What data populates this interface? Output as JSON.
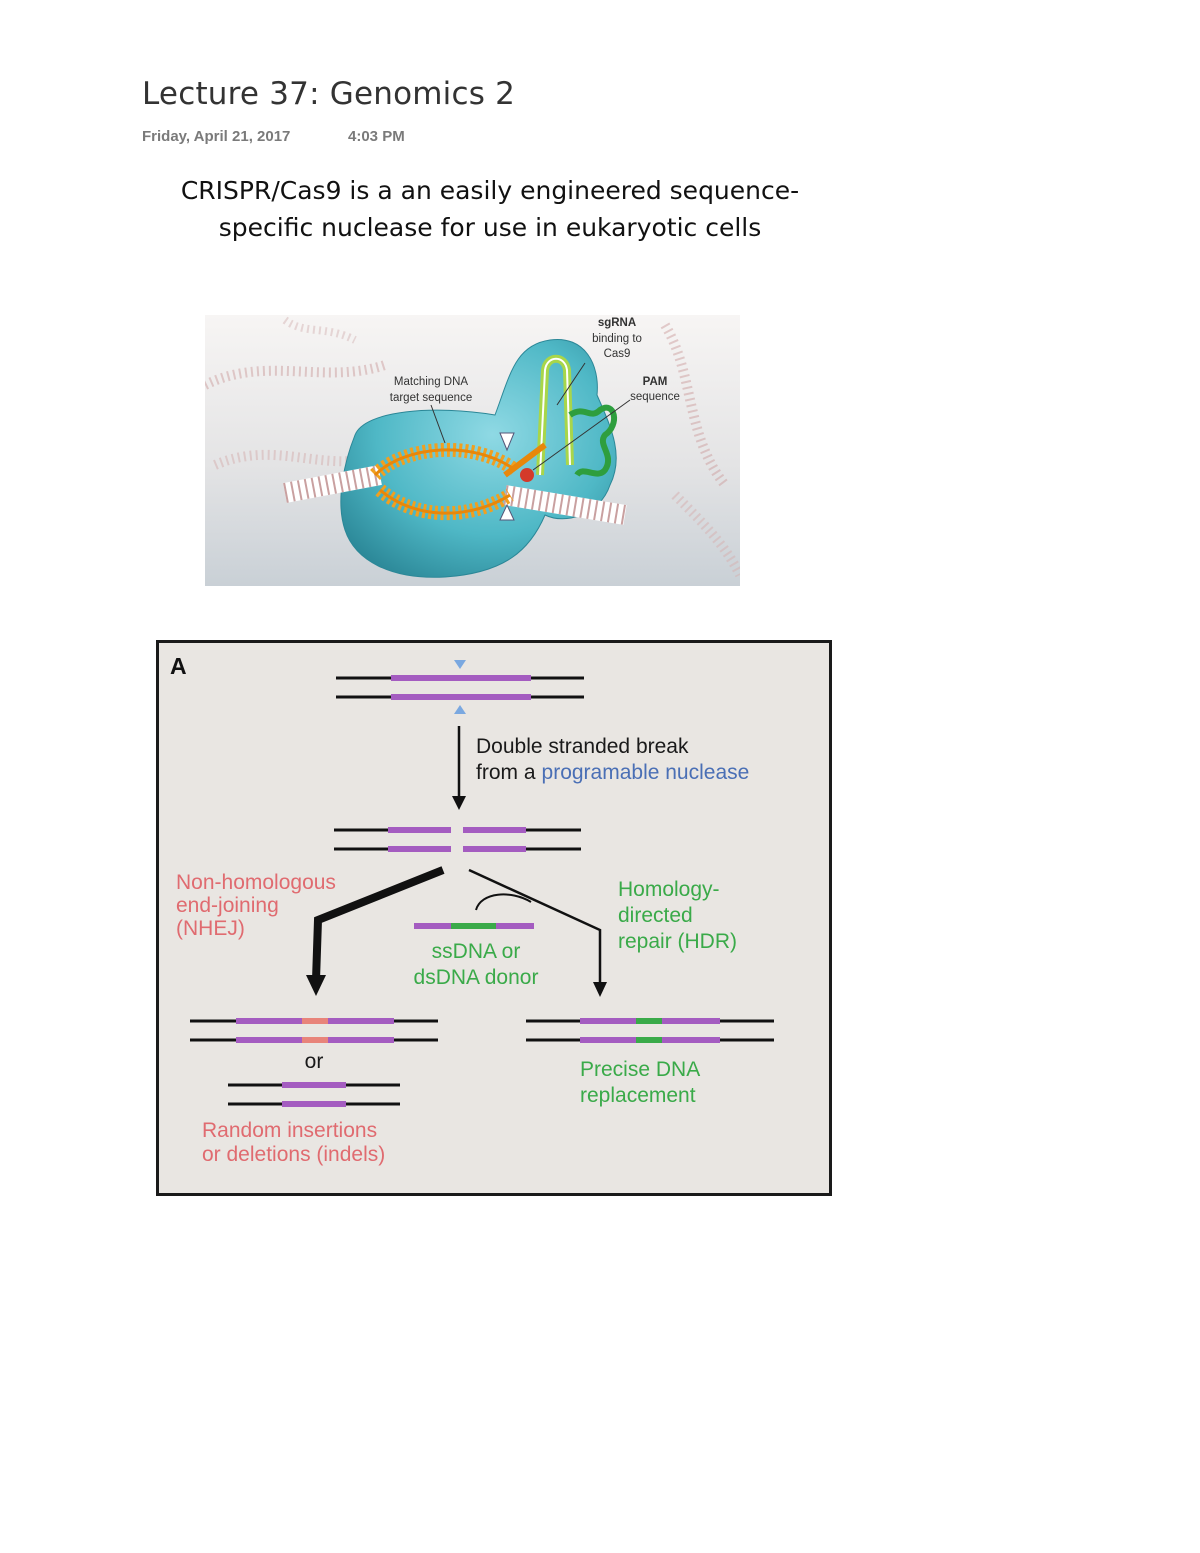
{
  "page": {
    "title": "Lecture 37: Genomics 2",
    "date": "Friday, April 21, 2017",
    "time": "4:03 PM",
    "heading_line1": "CRISPR/Cas9 is a an easily engineered sequence-",
    "heading_line2": "specific nuclease for use in eukaryotic cells"
  },
  "cas9_figure": {
    "sgrna_title": "sgRNA",
    "sgrna_line2": "binding to",
    "sgrna_line3": "Cas9",
    "pam_title": "PAM",
    "pam_line2": "sequence",
    "match_line1": "Matching DNA",
    "match_line2": "target sequence"
  },
  "repair_figure": {
    "panel_label": "A",
    "dsb_line1": "Double stranded break",
    "dsb_line2_prefix": "from a",
    "dsb_line2_highlight": "programable nuclease",
    "nhej_line1": "Non-homologous",
    "nhej_line2": "end-joining",
    "nhej_line3": "(NHEJ)",
    "hdr_line1": "Homology-",
    "hdr_line2": "directed",
    "hdr_line3": "repair (HDR)",
    "donor_line1": "ssDNA or",
    "donor_line2": "dsDNA donor",
    "or_label": "or",
    "indels_line1": "Random insertions",
    "indels_line2": "or deletions (indels)",
    "precise_line1": "Precise DNA",
    "precise_line2": "replacement"
  },
  "colors": {
    "nhej_red": "#e06b70",
    "hdr_green": "#3aaa49",
    "nuclease_blue": "#4a6fb5",
    "dna_purple": "#a45cc0",
    "cas9_teal": "#4fb8c6",
    "panel_bg": "#e9e6e2"
  }
}
